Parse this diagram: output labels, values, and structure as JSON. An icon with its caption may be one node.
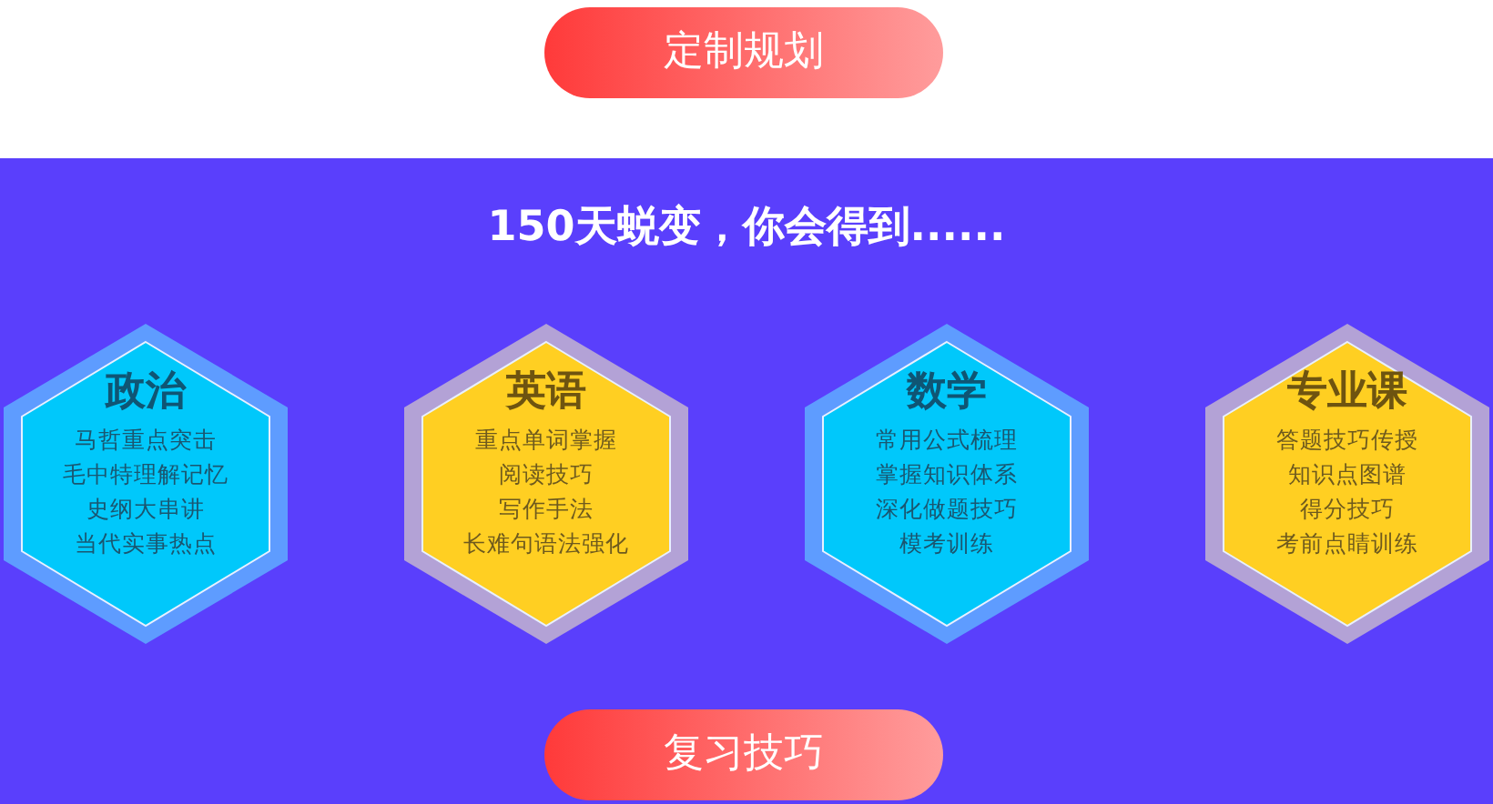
{
  "diagram": {
    "title": "150天蜕变，你会得到......",
    "nodes": [
      {
        "text": [
          "定制规划"
        ]
      },
      {
        "text": [
          "政治",
          "马哲重点突击",
          "毛中特理解记忆",
          "史纲大串讲",
          "当代实事热点"
        ]
      },
      {
        "text": [
          "英语",
          "重点单词掌握",
          "阅读技巧",
          "写作手法",
          "长难句语法强化"
        ]
      },
      {
        "text": [
          "数学",
          "常用公式梳理",
          "掌握知识体系",
          "深化做题技巧",
          "模考训练"
        ]
      },
      {
        "text": [
          "专业课",
          "答题技巧传授",
          "知识点图谱",
          "得分技巧",
          "考前点睛训练"
        ]
      },
      {
        "text": [
          "复习技巧"
        ]
      }
    ]
  }
}
